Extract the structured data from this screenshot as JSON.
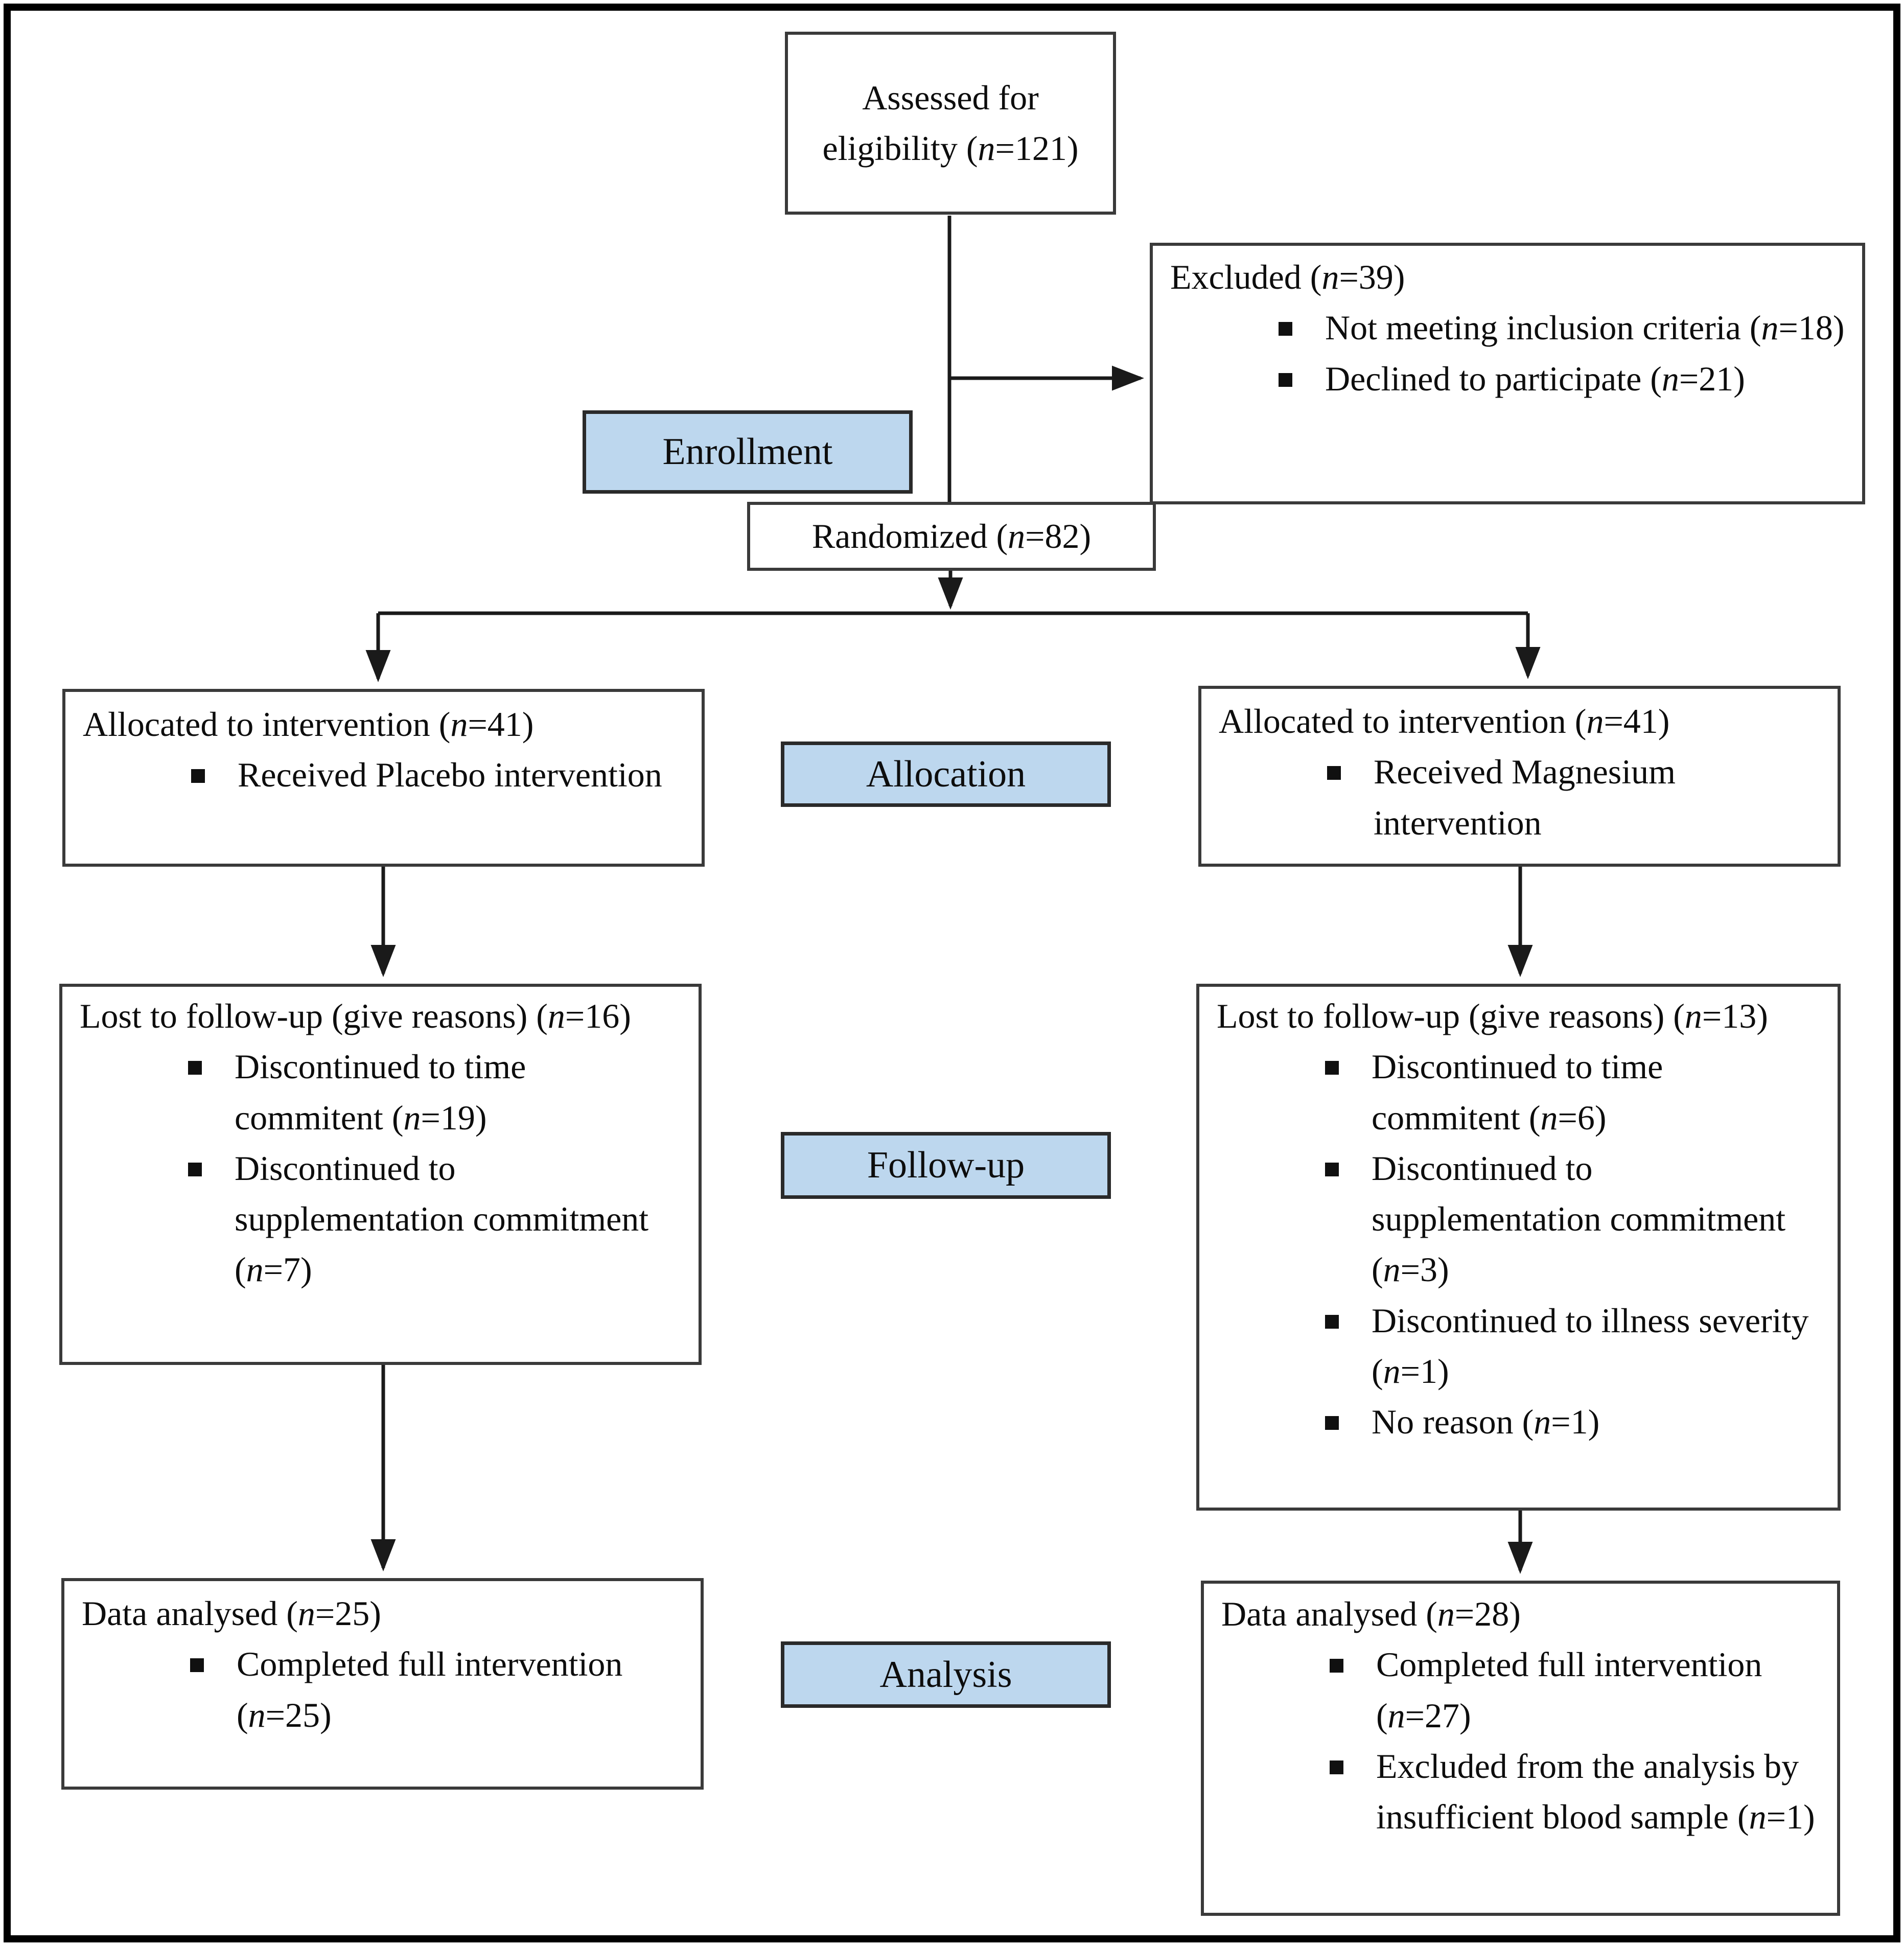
{
  "colors": {
    "stage_fill": "#BDD7EE",
    "stage_border": "#2a2a2a",
    "box_border": "#3a3a3a",
    "line": "#1a1a1a"
  },
  "stages": {
    "enrollment": "Enrollment",
    "allocation": "Allocation",
    "followup": "Follow-up",
    "analysis": "Analysis"
  },
  "boxes": {
    "assessed": {
      "pre": "Assessed for eligibility (",
      "n": "n",
      "post": "=121)"
    },
    "excluded": {
      "title": {
        "pre": "Excluded (",
        "n": "n",
        "post": "=39)"
      },
      "items": [
        {
          "pre": "Not meeting inclusion criteria (",
          "n": "n",
          "post": "=18)"
        },
        {
          "pre": "Declined to participate (",
          "n": "n",
          "post": "=21)"
        }
      ]
    },
    "randomized": {
      "pre": "Randomized (",
      "n": "n",
      "post": "=82)"
    },
    "alloc_left": {
      "title": {
        "pre": "Allocated to intervention (",
        "n": "n",
        "post": "=41)"
      },
      "items": [
        {
          "pre": "Received Placebo intervention",
          "n": "",
          "post": ""
        }
      ]
    },
    "alloc_right": {
      "title": {
        "pre": "Allocated to intervention (",
        "n": "n",
        "post": "=41)"
      },
      "items": [
        {
          "pre": "Received Magnesium intervention",
          "n": "",
          "post": ""
        }
      ]
    },
    "followup_left": {
      "title": {
        "pre": "Lost to follow-up (give reasons) (",
        "n": "n",
        "post": "=16)"
      },
      "items": [
        {
          "pre": "Discontinued to time commitent (",
          "n": "n",
          "post": "=19)"
        },
        {
          "pre": "Discontinued to supplementation commitment (",
          "n": "n",
          "post": "=7)"
        }
      ]
    },
    "followup_right": {
      "title": {
        "pre": "Lost to follow-up (give reasons) (",
        "n": "n",
        "post": "=13)"
      },
      "items": [
        {
          "pre": "Discontinued to time commitent (",
          "n": "n",
          "post": "=6)"
        },
        {
          "pre": "Discontinued to supplementation commitment (",
          "n": "n",
          "post": "=3)"
        },
        {
          "pre": "Discontinued to illness severity (",
          "n": "n",
          "post": "=1)"
        },
        {
          "pre": "No reason (",
          "n": "n",
          "post": "=1)"
        }
      ]
    },
    "analysis_left": {
      "title": {
        "pre": "Data analysed (",
        "n": "n",
        "post": "=25)"
      },
      "items": [
        {
          "pre": "Completed full intervention (",
          "n": "n",
          "post": "=25)"
        }
      ]
    },
    "analysis_right": {
      "title": {
        "pre": "Data analysed (",
        "n": "n",
        "post": "=28)"
      },
      "items": [
        {
          "pre": "Completed full intervention (",
          "n": "n",
          "post": "=27)"
        },
        {
          "pre": "Excluded from the analysis by insufficient blood sample (",
          "n": "n",
          "post": "=1)"
        }
      ]
    }
  }
}
